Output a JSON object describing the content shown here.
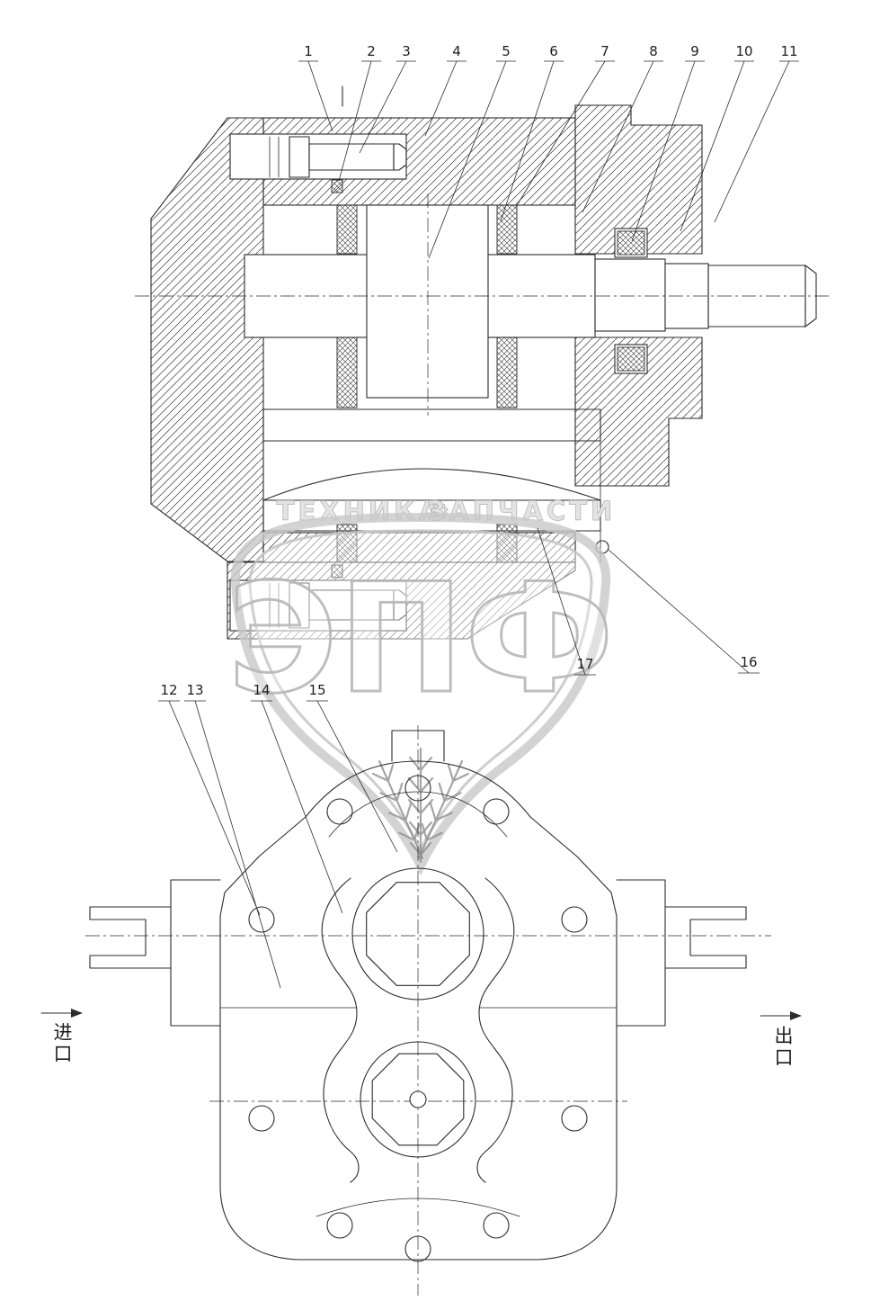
{
  "drawing": {
    "callouts": [
      "1",
      "2",
      "3",
      "4",
      "5",
      "6",
      "7",
      "8",
      "9",
      "10",
      "11",
      "12",
      "13",
      "14",
      "15",
      "16",
      "17"
    ],
    "ports": {
      "inlet_label": "进口",
      "outlet_label": "出口"
    },
    "watermark": {
      "word_left": "ТЕХНИКА",
      "gear_glyph": "⚙",
      "word_right": "ЗАПЧАСТИ",
      "logo_text": "ЭПФ"
    },
    "colors": {
      "line": "#2b2b2b",
      "watermark-outline": "#b8b8b8",
      "watermark-fill": "#e3e3e3"
    }
  }
}
